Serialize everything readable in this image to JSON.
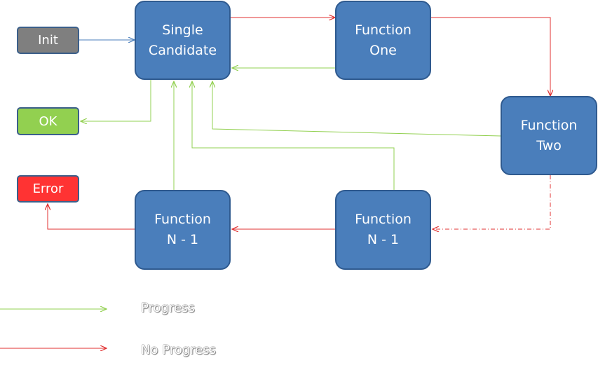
{
  "nodes": {
    "init": "Init",
    "ok": "OK",
    "error": "Error",
    "single_candidate": [
      "Single",
      "Candidate"
    ],
    "function_one": [
      "Function",
      "One"
    ],
    "function_two": [
      "Function",
      "Two"
    ],
    "function_n_minus_1_right": [
      "Function",
      "N - 1"
    ],
    "function_n_minus_1_left": [
      "Function",
      "N - 1"
    ]
  },
  "legend": {
    "progress": "Progress",
    "no_progress": "No Progress"
  },
  "colors": {
    "node_fill": "#4a7ebb",
    "progress": "#92d050",
    "no_progress": "#e03030",
    "init_link": "#4a7ebb"
  }
}
